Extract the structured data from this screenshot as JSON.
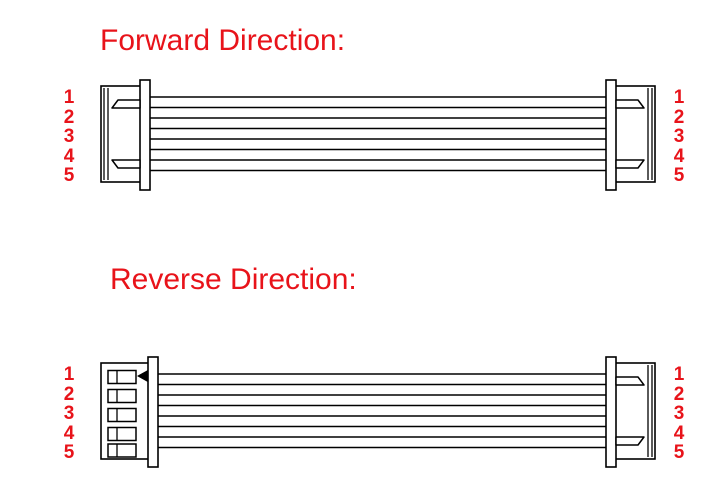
{
  "diagram": {
    "title_forward": "Forward Direction:",
    "title_reverse": "Reverse Direction:",
    "accent_color": "#e8131a",
    "line_color": "#000000",
    "background_color": "#ffffff"
  },
  "sections": [
    {
      "id": "forward",
      "heading": "Forward Direction:",
      "left_connector": {
        "type": "closed-shell-connector",
        "pin_labels": [
          "1",
          "2",
          "3",
          "4",
          "5"
        ],
        "latches": 2,
        "contacts_visible": false
      },
      "right_connector": {
        "type": "closed-shell-connector",
        "pin_labels": [
          "1",
          "2",
          "3",
          "4",
          "5"
        ],
        "latches": 2,
        "contacts_visible": false
      },
      "ribbon": {
        "conductor_count": 6,
        "edge_lines": 8
      }
    },
    {
      "id": "reverse",
      "heading": "Reverse Direction:",
      "left_connector": {
        "type": "open-contact-connector",
        "pin_labels": [
          "1",
          "2",
          "3",
          "4",
          "5"
        ],
        "latches": 1,
        "contacts_visible": true,
        "contact_count": 5
      },
      "right_connector": {
        "type": "closed-shell-connector",
        "pin_labels": [
          "1",
          "2",
          "3",
          "4",
          "5"
        ],
        "latches": 2,
        "contacts_visible": false
      },
      "ribbon": {
        "conductor_count": 6,
        "edge_lines": 8
      }
    }
  ],
  "pin_labels": {
    "forward_left": [
      "1",
      "2",
      "3",
      "4",
      "5"
    ],
    "forward_right": [
      "1",
      "2",
      "3",
      "4",
      "5"
    ],
    "reverse_left": [
      "1",
      "2",
      "3",
      "4",
      "5"
    ],
    "reverse_right": [
      "1",
      "2",
      "3",
      "4",
      "5"
    ]
  }
}
